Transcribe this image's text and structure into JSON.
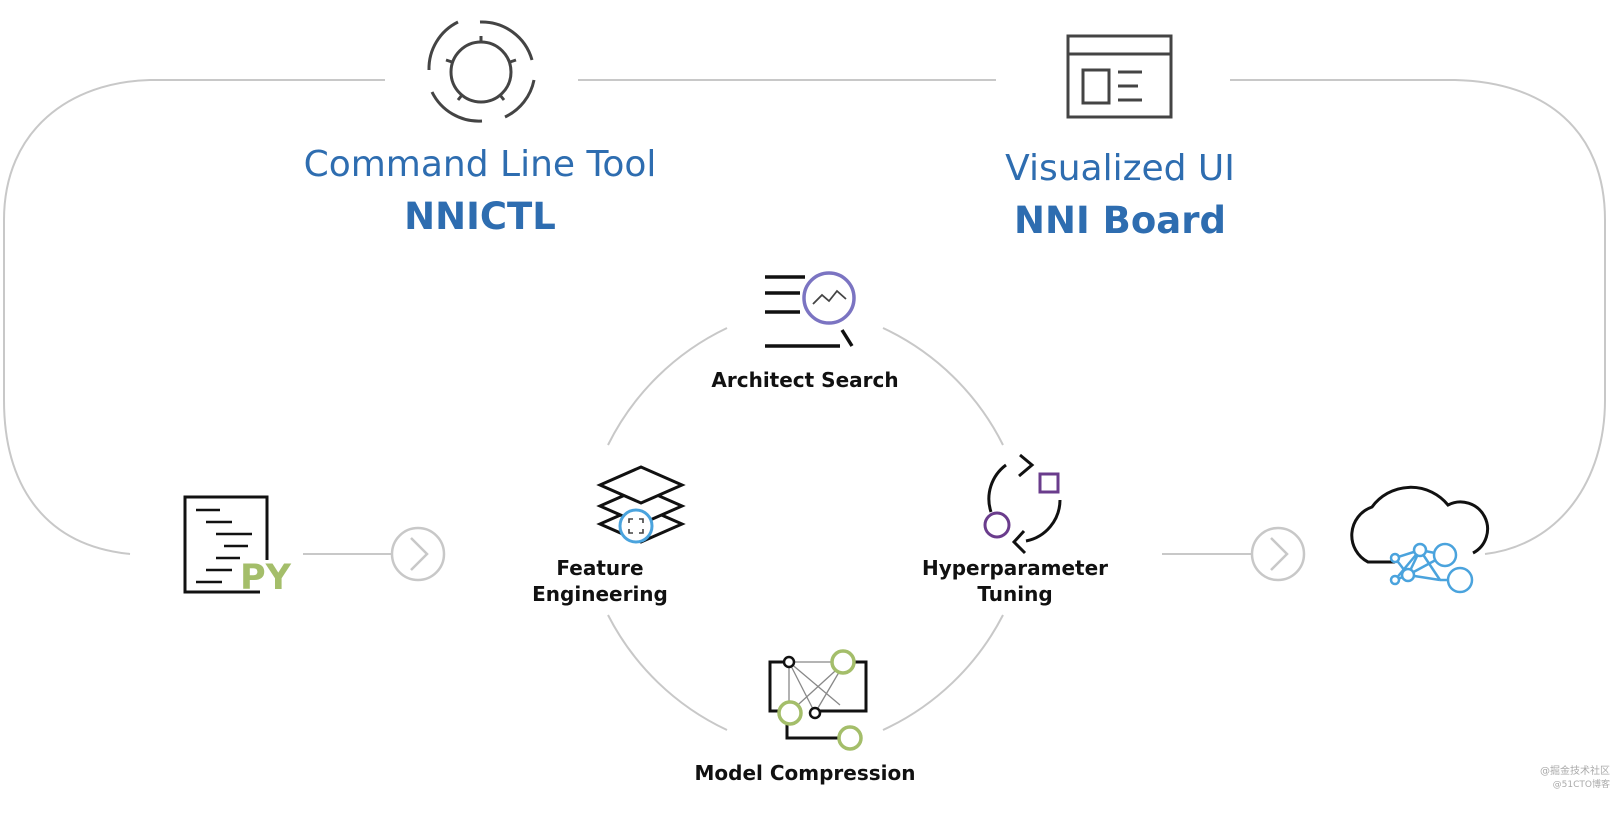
{
  "top_left": {
    "subtitle": "Command Line Tool",
    "title": "NNICTL"
  },
  "top_right": {
    "subtitle": "Visualized UI",
    "title": "NNI Board"
  },
  "nodes": {
    "architect_search": "Architect Search",
    "feature_engineering": [
      "Feature",
      "Engineering"
    ],
    "hyperparameter_tuning": [
      "Hyperparameter",
      "Tuning"
    ],
    "model_compression": "Model Compression"
  },
  "py_icon": {
    "text": "PY"
  },
  "watermark": [
    "@掘金技术社区",
    "@51CTO博客"
  ],
  "colors": {
    "blue_text": "#2e6db0",
    "green": "#a4be6a",
    "purple": "#7b74c2",
    "dark_purple": "#6a3c8c",
    "light_blue": "#4aa3dd",
    "gray_line": "#c8c8c8"
  },
  "icons": [
    "gear-icon",
    "browser-window-icon",
    "search-chart-icon",
    "layers-icon",
    "cycle-icon",
    "network-compression-icon",
    "python-file-icon",
    "cloud-network-icon",
    "chevron-right-icon"
  ]
}
